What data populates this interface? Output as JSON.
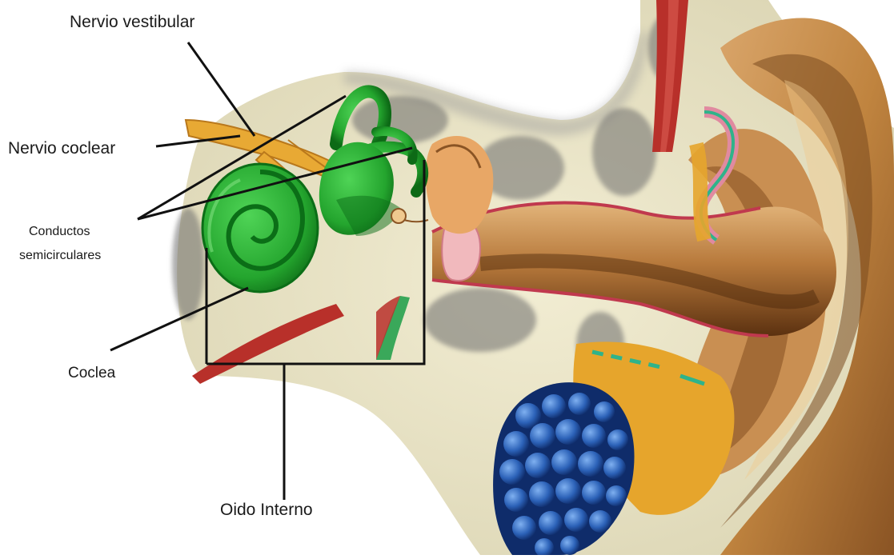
{
  "labels": {
    "vestibular_nerve": "Nervio vestibular",
    "cochlear_nerve": "Nervio coclear",
    "semicircular_line1": "Conductos",
    "semicircular_line2": "semicirculares",
    "cochlea": "Coclea",
    "inner_ear": "Oido Interno"
  },
  "colors": {
    "background": "#ffffff",
    "bone": "#ece7c8",
    "bone_speckle": "#6c6c6c",
    "skin": "#c98f52",
    "skin_dark": "#7a4a1f",
    "skin_light": "#f0c98f",
    "canal_shadow": "#6a3b12",
    "labyrinth": "#2fb83a",
    "labyrinth_dark": "#0b6e17",
    "nerve": "#e8a934",
    "fat": "#e6a52c",
    "muscle": "#b8302a",
    "membrane": "#e08aa0",
    "gland": "#2c62b8",
    "gland_dark": "#0f2c6a",
    "leader": "#111111"
  }
}
